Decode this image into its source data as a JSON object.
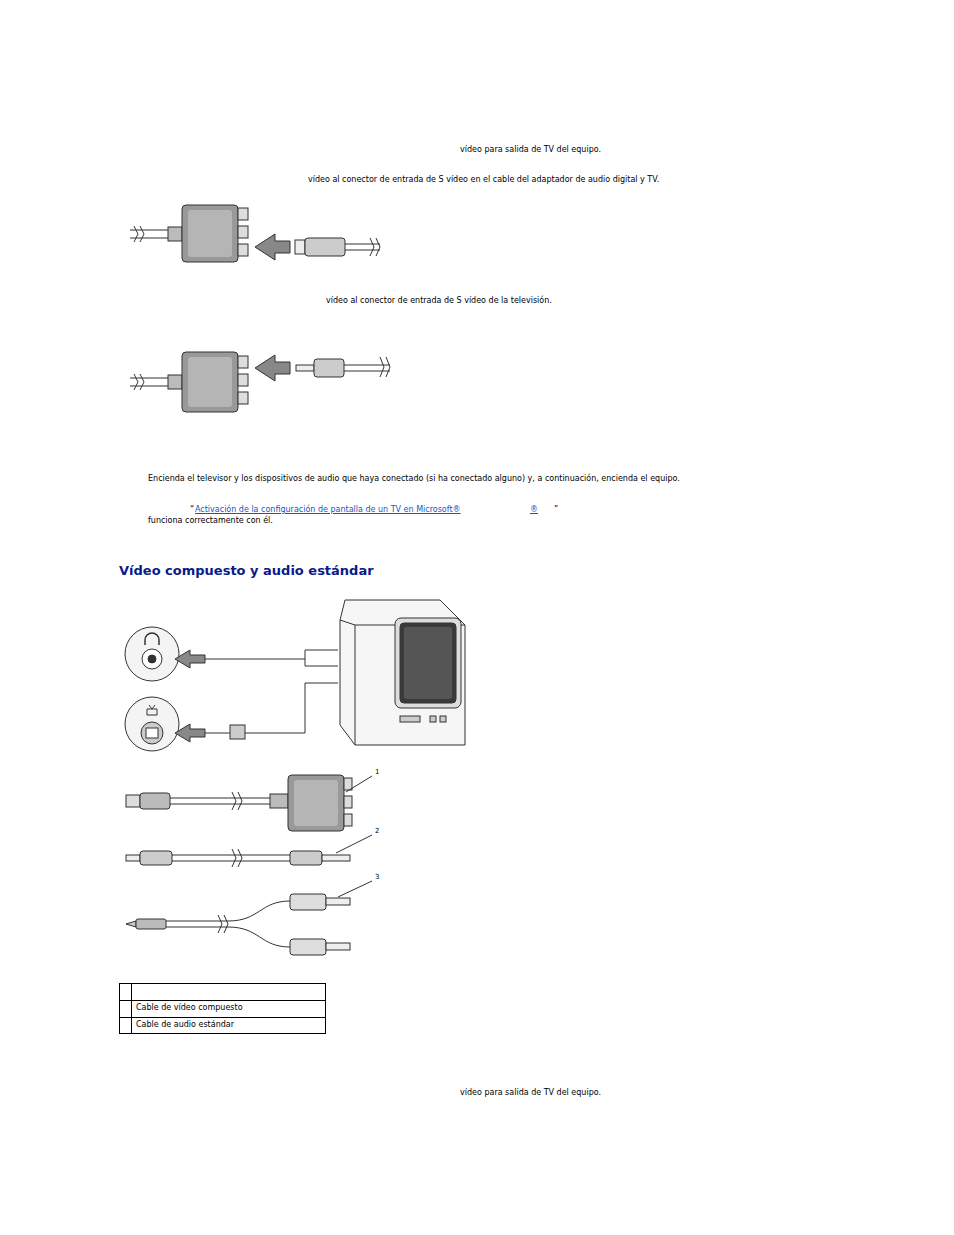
{
  "diagram": {
    "title": "Vídeo compuesto y audio estándar",
    "labels": [
      "vídeo para salida de TV del equipo.",
      "vídeo al conector de entrada de S vídeo en el cable del adaptador de audio digital y TV.",
      "vídeo al conector de entrada de S vídeo de la televisión.",
      "Encienda el televisor y los dispositivos de audio que haya conectado (si ha conectado alguno) y, a continuación, encienda el equipo.",
      "“",
      "Activación de la configuración de pantalla de un TV en Microsoft®",
      "®",
      "”",
      "funciona correctamente con él.",
      "1",
      "2",
      "3",
      "Cable de vídeo compuesto",
      "Cable de audio estándar",
      "vídeo para salida de TV del equipo."
    ]
  }
}
